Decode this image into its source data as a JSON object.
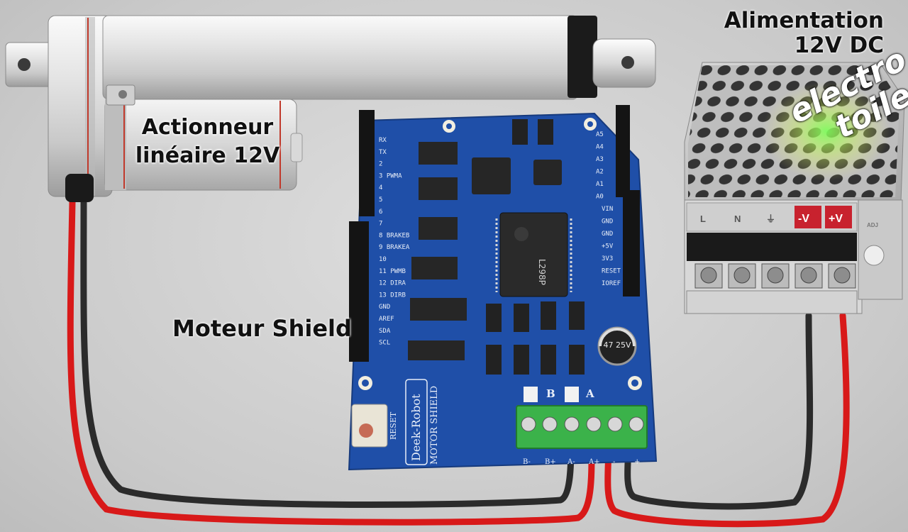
{
  "labels": {
    "actuator_line1": "Actionneur",
    "actuator_line2": "linéaire 12V",
    "shield": "Moteur Shield",
    "psu_line1": "Alimentation",
    "psu_line2": "12V DC"
  },
  "watermark": {
    "line1": "electro",
    "line2": "toile"
  },
  "board": {
    "brand": "Deek-Robot",
    "model": "MOTOR SHIELD",
    "reset": "RESET",
    "chip_main": "L298P",
    "capacitor": "47 25V",
    "left_pins": [
      "RX",
      "TX",
      "2",
      "3 PWMA",
      "4",
      "5",
      "6",
      "7",
      "8 BRAKEB",
      "9 BRAKEA",
      "10",
      "11 PWMB",
      "12 DIRA",
      "13 DIRB",
      "GND",
      "AREF",
      "SDA",
      "SCL"
    ],
    "right_pins": [
      "A5",
      "A4",
      "A3",
      "A2",
      "A1",
      "A0",
      "VIN",
      "GND",
      "GND",
      "+5V",
      "3V3",
      "RESET",
      "IOREF"
    ],
    "terminal_labels": [
      "B-",
      "B+",
      "A-",
      "A+",
      "-",
      "+"
    ],
    "led_labels": [
      "B",
      "A"
    ]
  },
  "psu": {
    "terminals": [
      "L",
      "N",
      "⏚",
      "-V",
      "+V"
    ],
    "adjust": "ADJ"
  },
  "colors": {
    "board_blue": "#1f4fa8",
    "terminal_green": "#3bb24a",
    "wire_red": "#d81919",
    "wire_black": "#2b2b2b"
  }
}
